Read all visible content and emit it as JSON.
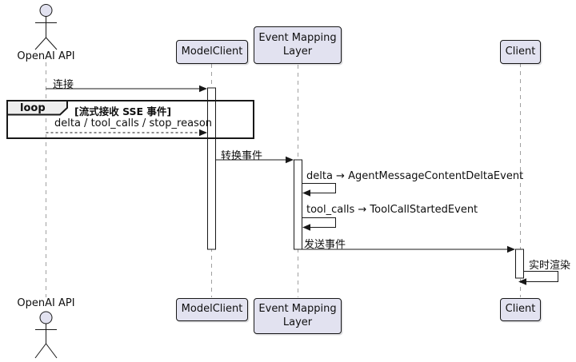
{
  "participants": {
    "actor": {
      "name": "OpenAI API"
    },
    "model_client": {
      "name": "ModelClient"
    },
    "event_mapping": {
      "name": "Event Mapping Layer"
    },
    "client": {
      "name": "Client"
    }
  },
  "loop": {
    "keyword": "loop",
    "condition": "[流式接收 SSE 事件]"
  },
  "messages": {
    "connect": "连接",
    "stream_return": "delta / tool_calls / stop_reason",
    "transform": "转换事件",
    "delta_mapping": "delta → AgentMessageContentDeltaEvent",
    "tool_call_mapping": "tool_calls → ToolCallStartedEvent",
    "send_event": "发送事件",
    "realtime_render": "实时渲染"
  },
  "colors": {
    "participant_fill": "#E2E2F0",
    "stroke": "#181818",
    "lifeline": "#A0A0A0",
    "frame_label_fill": "#EEEEEE"
  }
}
